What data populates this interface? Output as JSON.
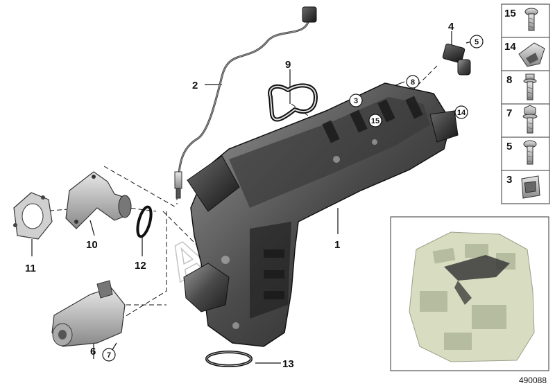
{
  "callouts": {
    "c1": "1",
    "c2": "2",
    "c3": "3",
    "c4": "4",
    "c5": "5",
    "c6": "6",
    "c7": "7",
    "c8": "8",
    "c9": "9",
    "c10": "10",
    "c11": "11",
    "c12": "12",
    "c13": "13",
    "c14": "14",
    "c15": "15"
  },
  "legend_panel": {
    "items": [
      {
        "number": "15",
        "part": "torx-bolt"
      },
      {
        "number": "14",
        "part": "cable-clip"
      },
      {
        "number": "8",
        "part": "collar-bolt"
      },
      {
        "number": "7",
        "part": "hex-collar-bolt"
      },
      {
        "number": "5",
        "part": "torx-screw"
      },
      {
        "number": "3",
        "part": "spring-nut"
      }
    ]
  },
  "catalog_number": "490088",
  "watermark": "AUTO DOC",
  "colors": {
    "line": "#111111",
    "part_dark": "#2b2b2b",
    "part_mid": "#7a7a7a",
    "engine_tint": "#d8dcc0"
  }
}
